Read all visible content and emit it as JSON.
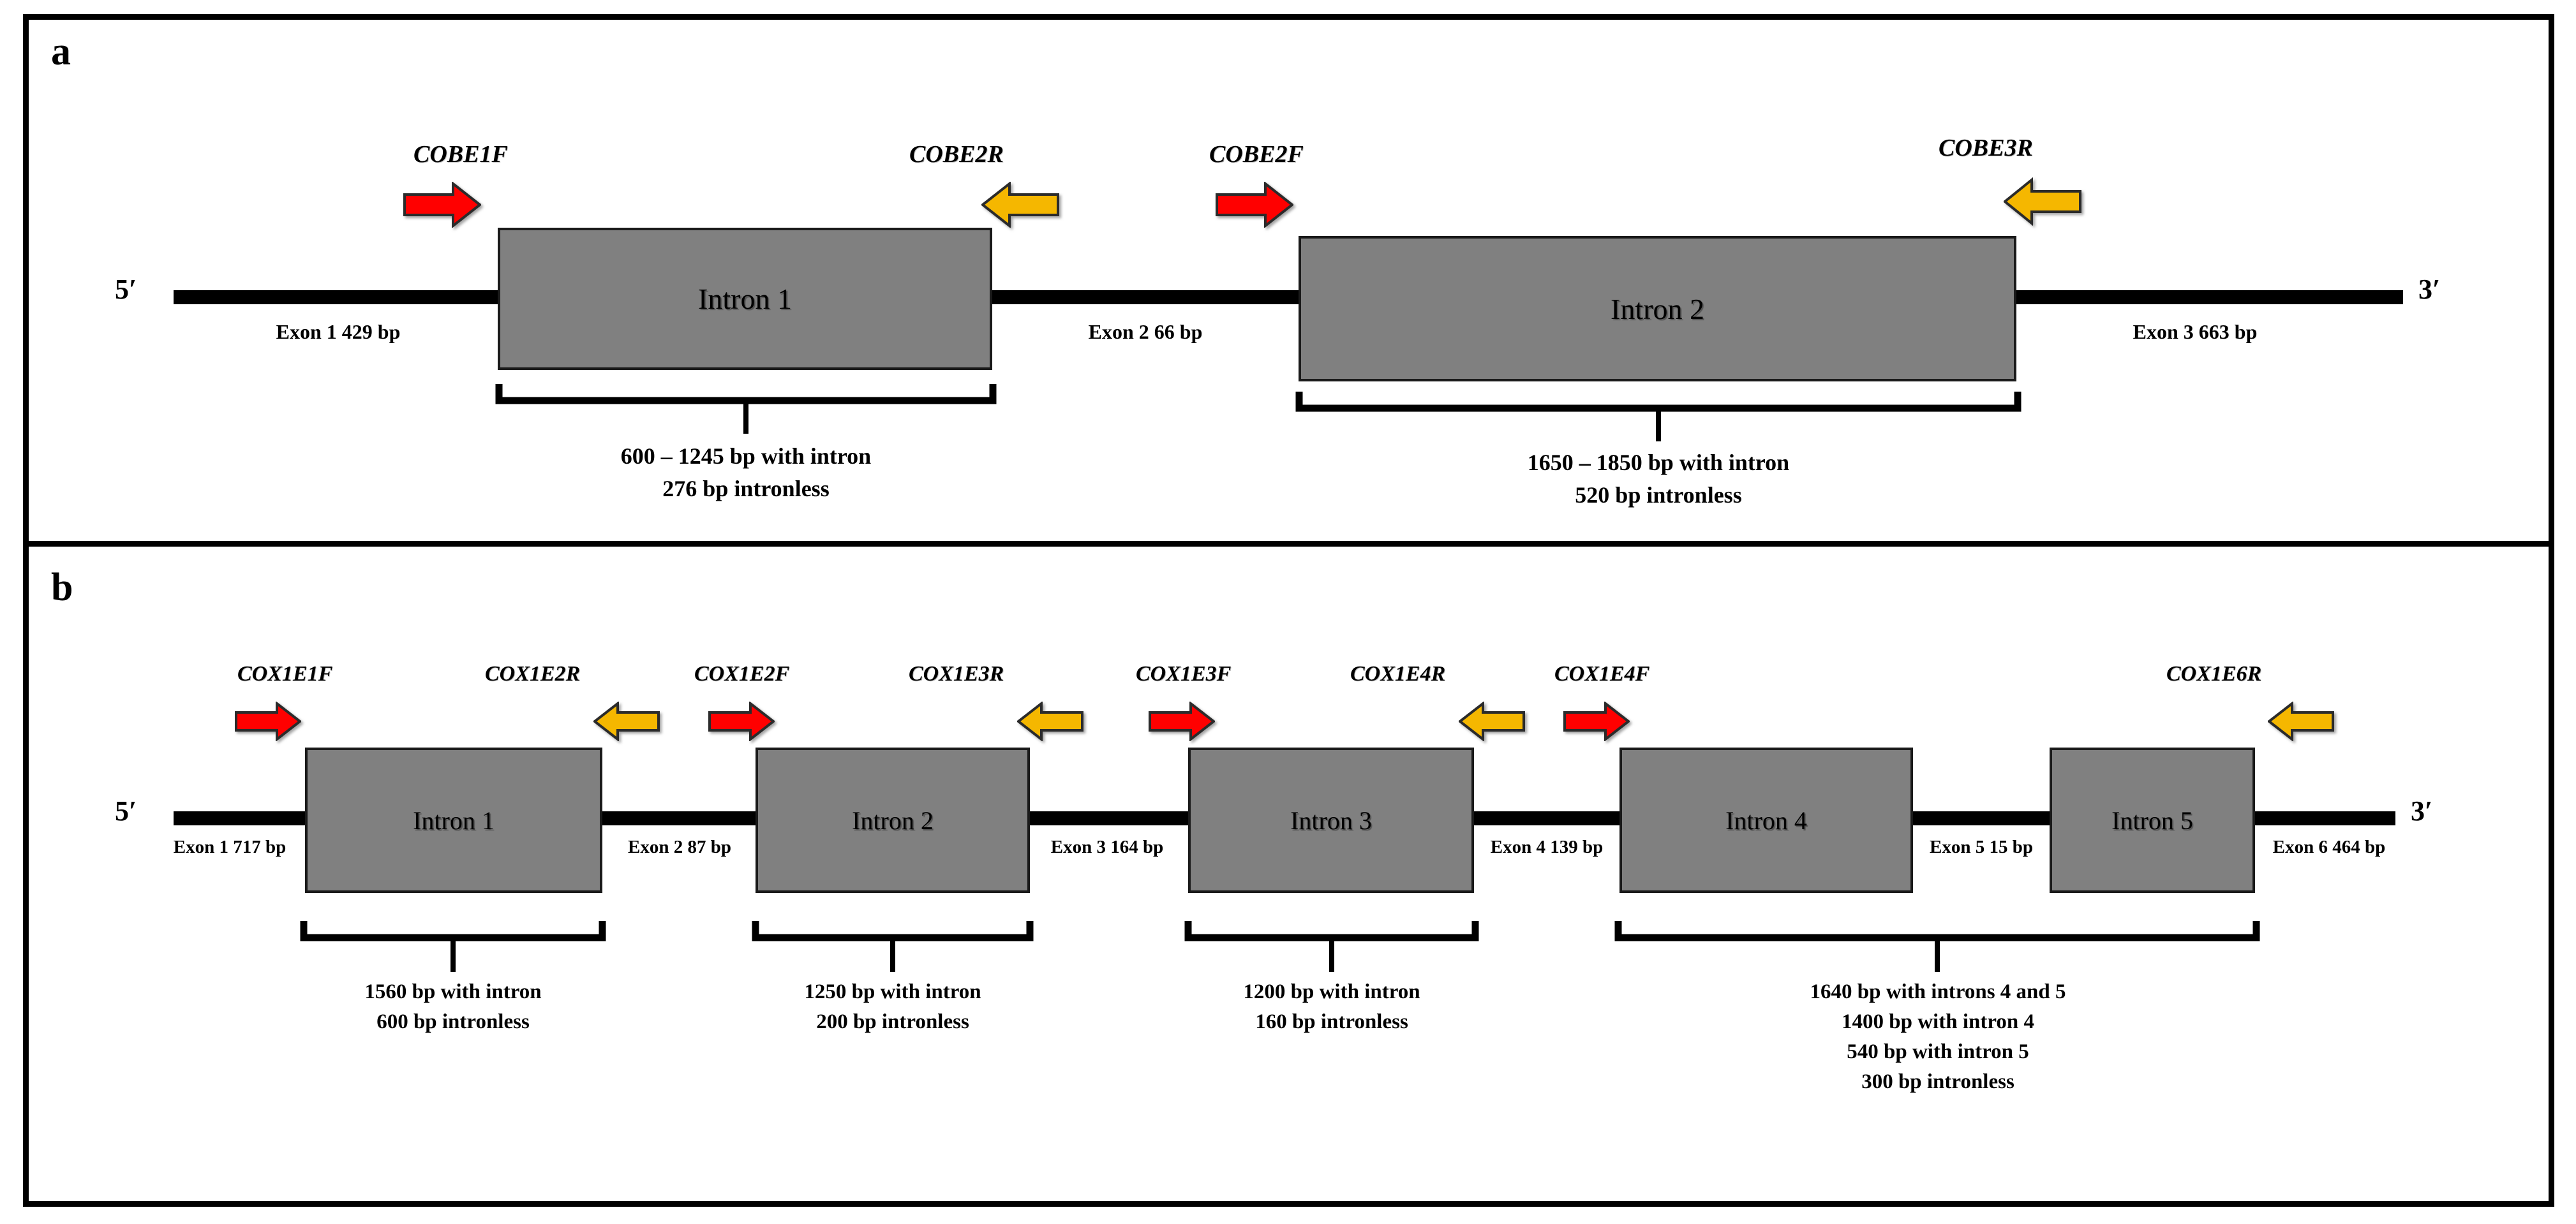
{
  "figure": {
    "colors": {
      "forward_primer_arrow": "#FF0000",
      "reverse_primer_arrow": "#F5B700",
      "intron_box_fill": "#808080",
      "intron_box_border": "#1A1A1A",
      "backbone_line": "#000000",
      "frame": "#000000",
      "background": "#FFFFFF"
    }
  },
  "panels": [
    {
      "letter": "a",
      "gene_prefix": "COBE",
      "five_prime": "5′",
      "three_prime": "3′",
      "primers": [
        {
          "name": "COBE1F",
          "direction": "forward",
          "color": "#FF0000"
        },
        {
          "name": "COBE2R",
          "direction": "reverse",
          "color": "#F5B700"
        },
        {
          "name": "COBE2F",
          "direction": "forward",
          "color": "#FF0000"
        },
        {
          "name": "COBE3R",
          "direction": "reverse",
          "color": "#F5B700"
        }
      ],
      "exons": [
        {
          "label": "Exon 1",
          "size": "429 bp"
        },
        {
          "label": "Exon 2",
          "size": "66 bp"
        },
        {
          "label": "Exon 3",
          "size": "663 bp"
        }
      ],
      "introns": [
        {
          "label": "Intron 1"
        },
        {
          "label": "Intron 2"
        }
      ],
      "amplicons": [
        {
          "spans": "Intron 1",
          "lines": [
            "600 – 1245 bp with intron",
            "276 bp intronless"
          ]
        },
        {
          "spans": "Intron 2",
          "lines": [
            "1650 – 1850 bp with intron",
            "520 bp intronless"
          ]
        }
      ]
    },
    {
      "letter": "b",
      "gene_prefix": "COX1E",
      "five_prime": "5′",
      "three_prime": "3′",
      "primers": [
        {
          "name": "COX1E1F",
          "direction": "forward",
          "color": "#FF0000"
        },
        {
          "name": "COX1E2R",
          "direction": "reverse",
          "color": "#F5B700"
        },
        {
          "name": "COX1E2F",
          "direction": "forward",
          "color": "#FF0000"
        },
        {
          "name": "COX1E3R",
          "direction": "reverse",
          "color": "#F5B700"
        },
        {
          "name": "COX1E3F",
          "direction": "forward",
          "color": "#FF0000"
        },
        {
          "name": "COX1E4R",
          "direction": "reverse",
          "color": "#F5B700"
        },
        {
          "name": "COX1E4F",
          "direction": "forward",
          "color": "#FF0000"
        },
        {
          "name": "COX1E6R",
          "direction": "reverse",
          "color": "#F5B700"
        }
      ],
      "exons": [
        {
          "label": "Exon 1",
          "size": "717 bp"
        },
        {
          "label": "Exon 2",
          "size": "87 bp"
        },
        {
          "label": "Exon 3",
          "size": "164 bp"
        },
        {
          "label": "Exon 4",
          "size": "139 bp"
        },
        {
          "label": "Exon 5",
          "size": "15 bp"
        },
        {
          "label": "Exon 6",
          "size": "464 bp"
        }
      ],
      "introns": [
        {
          "label": "Intron 1"
        },
        {
          "label": "Intron 2"
        },
        {
          "label": "Intron 3"
        },
        {
          "label": "Intron 4"
        },
        {
          "label": "Intron 5"
        }
      ],
      "amplicons": [
        {
          "spans": "Intron 1",
          "lines": [
            "1560 bp with intron",
            "600 bp  intronless"
          ]
        },
        {
          "spans": "Intron 2",
          "lines": [
            "1250 bp with intron",
            "200 bp intronless"
          ]
        },
        {
          "spans": "Intron 3",
          "lines": [
            "1200 bp with intron",
            "160 bp intronless"
          ]
        },
        {
          "spans": "Intron 4 and Intron 5",
          "lines": [
            "1640 bp with introns 4 and 5",
            "1400 bp with intron 4",
            "540 bp with intron 5",
            "300 bp intronless"
          ]
        }
      ]
    }
  ]
}
